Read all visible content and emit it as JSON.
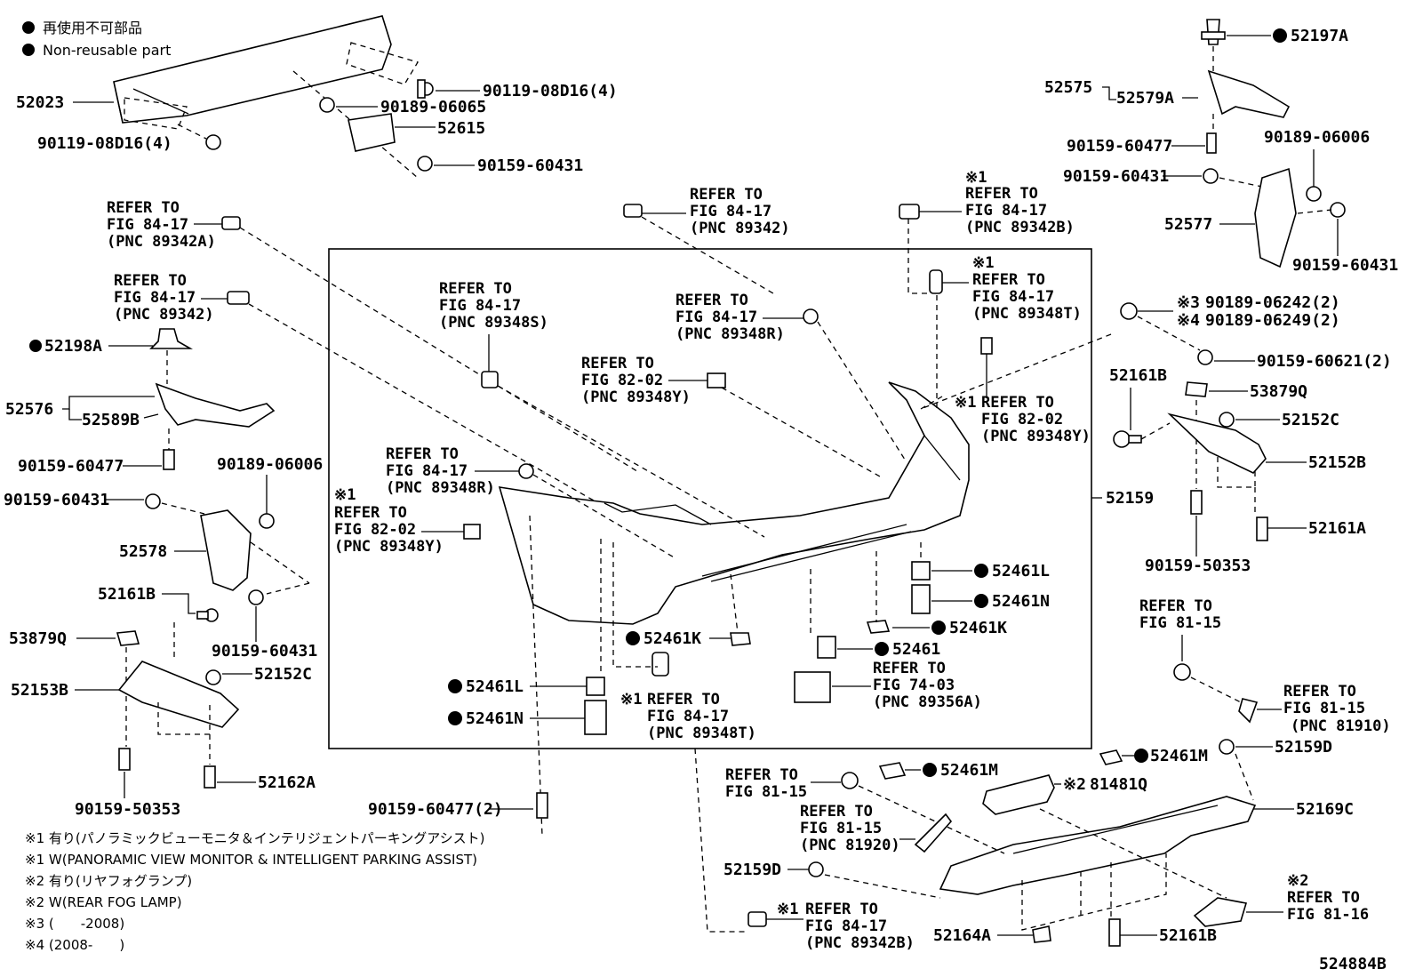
{
  "legend": {
    "ja": "再使用不可部品",
    "en": "Non-reusable part"
  },
  "part_numbers": {
    "p52023": "52023",
    "p52197A": "52197A",
    "p52575": "52575",
    "p52579A": "52579A",
    "p52577": "52577",
    "p52615": "52615",
    "p52198A": "52198A",
    "p52576": "52576",
    "p52589B": "52589B",
    "p52578": "52578",
    "p52161B_l": "52161B",
    "p53879Q_l": "53879Q",
    "p52153B": "52153B",
    "p52152C_l": "52152C",
    "p52162A": "52162A",
    "p52161B_r": "52161B",
    "p53879Q_r": "53879Q",
    "p52152C_r": "52152C",
    "p52152B": "52152B",
    "p52161A": "52161A",
    "p52159": "52159",
    "p52461L_r": "52461L",
    "p52461N_r": "52461N",
    "p52461K_r": "52461K",
    "p52461": "52461",
    "p52461K_l": "52461K",
    "p52461L_l": "52461L",
    "p52461N_l": "52461N",
    "p52461M_l": "52461M",
    "p52461M_r": "52461M",
    "p52159D_r": "52159D",
    "p81481Q": "81481Q",
    "p52169C": "52169C",
    "p52159D_l": "52159D",
    "p52164A": "52164A",
    "p52161B_b": "52161B",
    "fig_id": "524884B"
  },
  "bolts": {
    "b90119_top": "90119-08D16(4)",
    "b90189_06065": "90189-06065",
    "b90119_left": "90119-08D16(4)",
    "b90159_60431_top": "90159-60431",
    "b90159_60477_r": "90159-60477",
    "b90159_60431_r": "90159-60431",
    "b90189_06006_r": "90189-06006",
    "b90159_60431_r2": "90159-60431",
    "b90189_06242": "90189-06242(2)",
    "b90189_06249": "90189-06249(2)",
    "b90159_60621": "90159-60621(2)",
    "b90159_50353_r": "90159-50353",
    "b90159_60477_l": "90159-60477",
    "b90189_06006_l": "90189-06006",
    "b90159_60431_l": "90159-60431",
    "b90159_60431_l2": "90159-60431",
    "b90159_50353_l": "90159-50353",
    "b90159_60477_2": "90159-60477(2)"
  },
  "markers": {
    "m1": "※1",
    "m2": "※2",
    "m3": "※3",
    "m4": "※4"
  },
  "refs": {
    "ref_to": "REFER TO",
    "fig_84_17": "FIG 84-17",
    "fig_82_02": "FIG 82-02",
    "fig_74_03": "FIG 74-03",
    "fig_81_15": "FIG 81-15",
    "fig_81_16": "FIG 81-16",
    "pnc_89342A": "(PNC 89342A)",
    "pnc_89342": "(PNC 89342)",
    "pnc_89342B": "(PNC 89342B)",
    "pnc_89348S": "(PNC 89348S)",
    "pnc_89348R": "(PNC 89348R)",
    "pnc_89348T": "(PNC 89348T)",
    "pnc_89348Y": "(PNC 89348Y)",
    "pnc_89356A": "(PNC 89356A)",
    "pnc_81910": "(PNC 81910)",
    "pnc_81920": "(PNC 81920)"
  },
  "notes": [
    "※1 有り(パノラミックビューモニタ＆インテリジェントパーキングアシスト)",
    "※1 W(PANORAMIC VIEW MONITOR & INTELLIGENT PARKING ASSIST)",
    "※2 有り(リヤフォグランプ)",
    "※2 W(REAR FOG LAMP)",
    "※3 (　　-2008)",
    "※4 (2008-　　)"
  ]
}
